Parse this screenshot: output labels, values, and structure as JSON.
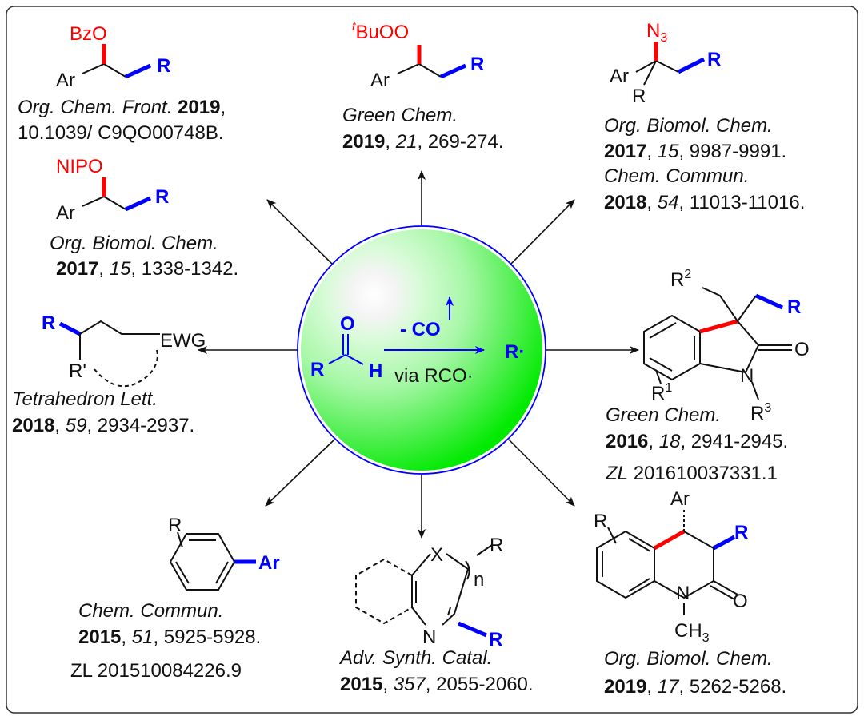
{
  "center": {
    "aldehyde": {
      "R": "R",
      "O": "O",
      "H": "H"
    },
    "minus_co": "- CO",
    "via": "via RCO·",
    "radical": "R·",
    "colors": {
      "sphere": "#00ee00",
      "outline": "#0000ff"
    }
  },
  "products": {
    "bzo": {
      "group": "BzO",
      "ar": "Ar",
      "r": "R",
      "journal": "Org. Chem. Front.",
      "year": "2019",
      "line2": "10.1039/ C9QO00748B."
    },
    "nipo": {
      "group": "NIPO",
      "ar": "Ar",
      "r": "R",
      "journal": "Org. Biomol. Chem.",
      "year": "2017",
      "volume": "15",
      "pages": "1338-1342."
    },
    "peroxide": {
      "sup": "t",
      "group": "BuOO",
      "ar": "Ar",
      "r": "R",
      "journal": "Green Chem.",
      "year": "2019",
      "volume": "21",
      "pages": "269-274."
    },
    "azide": {
      "group": "N",
      "sub": "3",
      "ar": "Ar",
      "r1": "R",
      "r": "R",
      "journal": "Org. Biomol. Chem.",
      "year": "2017",
      "volume": "15",
      "pages": "9987-9991.",
      "journal2": "Chem. Commun.",
      "year2": "2018",
      "volume2": "54",
      "pages2": "11013-11016."
    },
    "alkene": {
      "r": "R",
      "ewg": "EWG",
      "rprime": "R'",
      "journal": "Tetrahedron Lett.",
      "year": "2018",
      "volume": "59",
      "pages": "2934-2937."
    },
    "oxindole": {
      "r2": "R",
      "r2sup": "2",
      "r": "R",
      "o": "O",
      "n": "N",
      "r1": "R",
      "r1sup": "1",
      "r3": "R",
      "r3sup": "3",
      "journal": "Green Chem.",
      "year": "2016",
      "volume": "18",
      "pages": "2941-2945.",
      "patent_prefix": "ZL",
      "patent": "201610037331.1"
    },
    "arene": {
      "r": "R",
      "ar": "Ar",
      "journal": "Chem. Commun.",
      "year": "2015",
      "volume": "51",
      "pages": "5925-5928.",
      "patent": "ZL 201510084226.9"
    },
    "heteroarene": {
      "x": "X",
      "n_sub": "n",
      "r": "R",
      "n": "N",
      "rb": "R",
      "journal": "Adv. Synth. Catal.",
      "year": "2015",
      "volume": "357",
      "pages": "2055-2060."
    },
    "quinolinone": {
      "ar": "Ar",
      "r": "R",
      "rb": "R",
      "n": "N",
      "o": "O",
      "ch": "CH",
      "ch_sub": "3",
      "journal": "Org. Biomol. Chem.",
      "year": "2019",
      "volume": "17",
      "pages": "5262-5268."
    }
  }
}
